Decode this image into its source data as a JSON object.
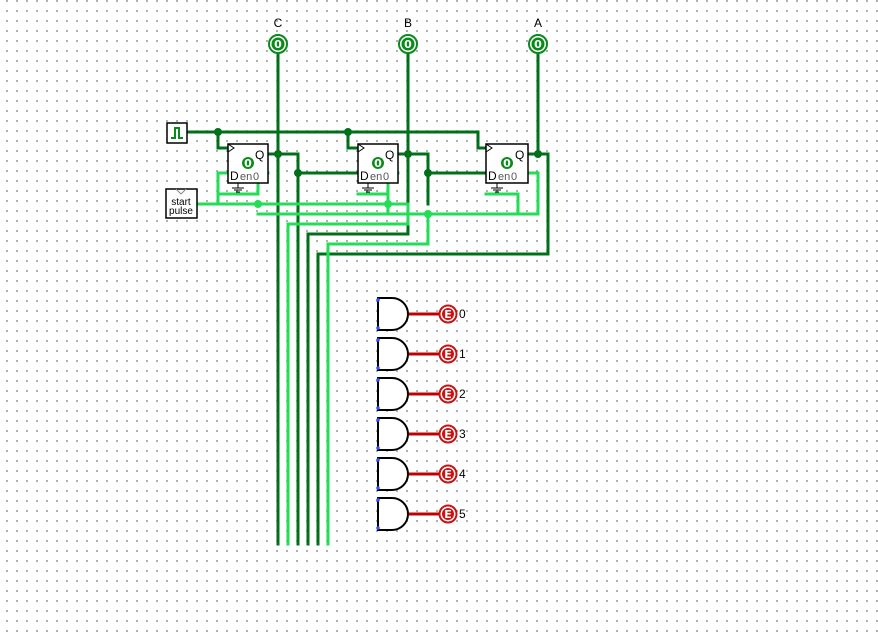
{
  "colors": {
    "wire_high": "#006f1a",
    "wire_bright": "#22dd55",
    "wire_error": "#c00000",
    "pin_green": "#0a8a1a",
    "pin_red": "#cc1111"
  },
  "outputs": [
    {
      "label": "C",
      "value": "0"
    },
    {
      "label": "B",
      "value": "0"
    },
    {
      "label": "A",
      "value": "0"
    }
  ],
  "flipflops": [
    {
      "state": "0",
      "q_label": "Q",
      "d_label": "D",
      "en_label": "en",
      "en_value": "0"
    },
    {
      "state": "0",
      "q_label": "Q",
      "d_label": "D",
      "en_label": "en",
      "en_value": "0"
    },
    {
      "state": "0",
      "q_label": "Q",
      "d_label": "D",
      "en_label": "en",
      "en_value": "0"
    }
  ],
  "clock": {
    "icon": "clock-square-wave-icon"
  },
  "start_button": {
    "line1": "start",
    "line2": "pulse"
  },
  "gate_outputs": [
    {
      "value": "E",
      "label": "0"
    },
    {
      "value": "E",
      "label": "1"
    },
    {
      "value": "E",
      "label": "2"
    },
    {
      "value": "E",
      "label": "3"
    },
    {
      "value": "E",
      "label": "4"
    },
    {
      "value": "E",
      "label": "5"
    }
  ]
}
